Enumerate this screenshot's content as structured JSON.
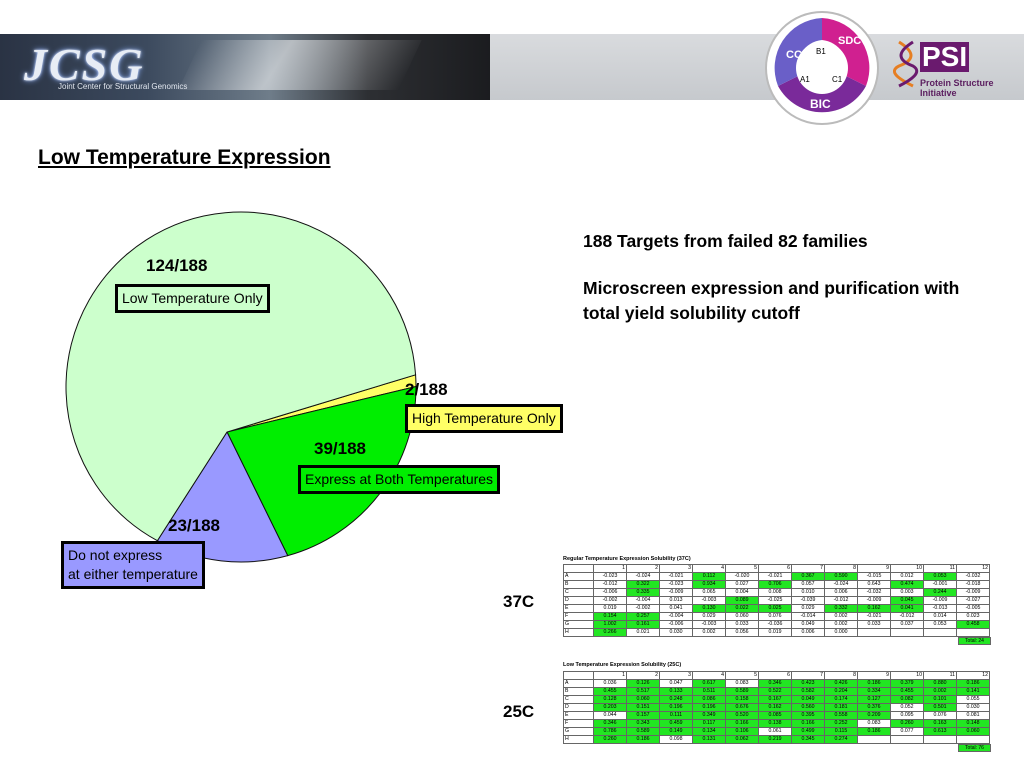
{
  "header": {
    "jcsg_logo": "JCSG",
    "jcsg_subtitle": "Joint Center for Structural Genomics",
    "circle_labels": [
      "CC",
      "SDC",
      "BIC",
      "B1",
      "A1",
      "C1"
    ],
    "psi_logo": "PSI",
    "psi_subtitle": "Protein Structure Initiative"
  },
  "title": "Low Temperature Expression",
  "info": {
    "line1": "188 Targets from failed 82 families",
    "line2": "Microscreen expression and purification with total yield solubility cutoff"
  },
  "chart_data": {
    "type": "pie",
    "slices": [
      {
        "label": "Low Temperature Only",
        "fraction_text": "124/188",
        "value": 124,
        "color": "#ccffcc"
      },
      {
        "label": "High Temperature Only",
        "fraction_text": "2/188",
        "value": 2,
        "color": "#ffff66"
      },
      {
        "label": "Express at Both Temperatures",
        "fraction_text": "39/188",
        "value": 39,
        "color": "#00ee00"
      },
      {
        "label": "Do not express\nat either temperature",
        "fraction_text": "23/188",
        "value": 23,
        "color": "#9999ff"
      }
    ],
    "total": 188,
    "start_angle_deg": -4
  },
  "tables": {
    "t37": {
      "label": "37C",
      "caption": "Regular Temperature Expression Solubility (37C)",
      "columns": [
        "1",
        "2",
        "3",
        "4",
        "5",
        "6",
        "7",
        "8",
        "9",
        "10",
        "11",
        "12"
      ],
      "rows": [
        {
          "name": "A",
          "cells": [
            [
              "-0.023",
              0
            ],
            [
              "-0.024",
              0
            ],
            [
              "-0.021",
              0
            ],
            [
              "0.112",
              1
            ],
            [
              "-0.020",
              0
            ],
            [
              "-0.021",
              0
            ],
            [
              "0.367",
              1
            ],
            [
              "0.590",
              1
            ],
            [
              "-0.015",
              0
            ],
            [
              "0.012",
              0
            ],
            [
              "0.053",
              1
            ],
            [
              "-0.032",
              0
            ]
          ]
        },
        {
          "name": "B",
          "cells": [
            [
              "-0.012",
              0
            ],
            [
              "0.322",
              1
            ],
            [
              "-0.023",
              0
            ],
            [
              "0.934",
              1
            ],
            [
              "0.027",
              0
            ],
            [
              "0.706",
              1
            ],
            [
              "0.057",
              0
            ],
            [
              "-0.024",
              0
            ],
            [
              "0.643",
              0
            ],
            [
              "0.474",
              1
            ],
            [
              "-0.001",
              0
            ],
            [
              "-0.018",
              0
            ]
          ]
        },
        {
          "name": "C",
          "cells": [
            [
              "-0.006",
              0
            ],
            [
              "0.335",
              1
            ],
            [
              "-0.009",
              0
            ],
            [
              "0.065",
              0
            ],
            [
              "0.004",
              0
            ],
            [
              "0.008",
              0
            ],
            [
              "0.010",
              0
            ],
            [
              "0.006",
              0
            ],
            [
              "-0.032",
              0
            ],
            [
              "0.003",
              0
            ],
            [
              "0.244",
              1
            ],
            [
              "-0.009",
              0
            ]
          ]
        },
        {
          "name": "D",
          "cells": [
            [
              "-0.002",
              0
            ],
            [
              "-0.004",
              0
            ],
            [
              "0.013",
              0
            ],
            [
              "-0.003",
              0
            ],
            [
              "0.089",
              1
            ],
            [
              "-0.025",
              0
            ],
            [
              "-0.039",
              0
            ],
            [
              "-0.012",
              0
            ],
            [
              "-0.009",
              0
            ],
            [
              "0.045",
              1
            ],
            [
              "-0.009",
              0
            ],
            [
              "-0.027",
              0
            ]
          ]
        },
        {
          "name": "E",
          "cells": [
            [
              "0.019",
              0
            ],
            [
              "-0.002",
              0
            ],
            [
              "0.041",
              0
            ],
            [
              "0.130",
              1
            ],
            [
              "0.022",
              1
            ],
            [
              "0.025",
              1
            ],
            [
              "0.029",
              0
            ],
            [
              "0.332",
              1
            ],
            [
              "0.162",
              1
            ],
            [
              "0.041",
              1
            ],
            [
              "-0.013",
              0
            ],
            [
              "-0.005",
              0
            ]
          ]
        },
        {
          "name": "F",
          "cells": [
            [
              "0.154",
              1
            ],
            [
              "0.257",
              1
            ],
            [
              "-0.004",
              0
            ],
            [
              "0.029",
              0
            ],
            [
              "0.060",
              0
            ],
            [
              "0.076",
              0
            ],
            [
              "-0.014",
              0
            ],
            [
              "0.002",
              0
            ],
            [
              "-0.021",
              0
            ],
            [
              "-0.012",
              0
            ],
            [
              "0.014",
              0
            ],
            [
              "0.023",
              0
            ]
          ]
        },
        {
          "name": "G",
          "cells": [
            [
              "1.002",
              1
            ],
            [
              "0.161",
              1
            ],
            [
              "-0.006",
              0
            ],
            [
              "-0.003",
              0
            ],
            [
              "0.033",
              0
            ],
            [
              "-0.036",
              0
            ],
            [
              "0.049",
              0
            ],
            [
              "0.002",
              0
            ],
            [
              "0.033",
              0
            ],
            [
              "0.037",
              0
            ],
            [
              "0.053",
              0
            ],
            [
              "0.458",
              1
            ]
          ]
        },
        {
          "name": "H",
          "cells": [
            [
              "0.266",
              1
            ],
            [
              "0.021",
              0
            ],
            [
              "0.030",
              0
            ],
            [
              "0.002",
              0
            ],
            [
              "0.056",
              0
            ],
            [
              "0.019",
              0
            ],
            [
              "0.006",
              0
            ],
            [
              "0.000",
              0
            ],
            [
              "",
              0
            ],
            [
              "",
              0
            ],
            [
              "",
              0
            ],
            [
              "",
              0
            ]
          ]
        }
      ],
      "total": "Total: 24"
    },
    "t25": {
      "label": "25C",
      "caption": "Low Temperature Expression Solubility (25C)",
      "columns": [
        "1",
        "2",
        "3",
        "4",
        "5",
        "6",
        "7",
        "8",
        "9",
        "10",
        "11",
        "12"
      ],
      "rows": [
        {
          "name": "A",
          "cells": [
            [
              "0.036",
              0
            ],
            [
              "0.126",
              1
            ],
            [
              "0.047",
              0
            ],
            [
              "0.617",
              1
            ],
            [
              "0.083",
              0
            ],
            [
              "0.346",
              1
            ],
            [
              "0.423",
              1
            ],
            [
              "0.426",
              1
            ],
            [
              "0.186",
              1
            ],
            [
              "0.379",
              1
            ],
            [
              "0.880",
              1
            ],
            [
              "0.186",
              1
            ]
          ]
        },
        {
          "name": "B",
          "cells": [
            [
              "0.455",
              1
            ],
            [
              "0.517",
              1
            ],
            [
              "0.133",
              1
            ],
            [
              "0.511",
              1
            ],
            [
              "0.589",
              1
            ],
            [
              "0.522",
              1
            ],
            [
              "0.582",
              1
            ],
            [
              "0.204",
              1
            ],
            [
              "0.334",
              1
            ],
            [
              "0.455",
              1
            ],
            [
              "0.002",
              1
            ],
            [
              "0.141",
              1
            ]
          ]
        },
        {
          "name": "C",
          "cells": [
            [
              "0.128",
              1
            ],
            [
              "0.060",
              1
            ],
            [
              "0.248",
              1
            ],
            [
              "0.086",
              1
            ],
            [
              "0.158",
              1
            ],
            [
              "0.167",
              1
            ],
            [
              "0.049",
              1
            ],
            [
              "0.174",
              1
            ],
            [
              "0.127",
              1
            ],
            [
              "0.082",
              1
            ],
            [
              "0.101",
              1
            ],
            [
              "0.055",
              0
            ]
          ]
        },
        {
          "name": "D",
          "cells": [
            [
              "0.203",
              1
            ],
            [
              "0.151",
              1
            ],
            [
              "0.196",
              1
            ],
            [
              "0.196",
              1
            ],
            [
              "0.676",
              1
            ],
            [
              "0.162",
              1
            ],
            [
              "0.560",
              1
            ],
            [
              "0.181",
              1
            ],
            [
              "0.376",
              1
            ],
            [
              "0.052",
              0
            ],
            [
              "0.501",
              1
            ],
            [
              "0.030",
              0
            ]
          ]
        },
        {
          "name": "E",
          "cells": [
            [
              "0.044",
              0
            ],
            [
              "0.157",
              1
            ],
            [
              "0.111",
              1
            ],
            [
              "0.349",
              1
            ],
            [
              "0.520",
              1
            ],
            [
              "0.085",
              1
            ],
            [
              "0.395",
              1
            ],
            [
              "0.558",
              1
            ],
            [
              "0.209",
              1
            ],
            [
              "0.095",
              0
            ],
            [
              "0.076",
              0
            ],
            [
              "0.081",
              0
            ]
          ]
        },
        {
          "name": "F",
          "cells": [
            [
              "0.346",
              1
            ],
            [
              "0.343",
              1
            ],
            [
              "0.459",
              1
            ],
            [
              "0.117",
              1
            ],
            [
              "0.166",
              1
            ],
            [
              "0.138",
              1
            ],
            [
              "0.166",
              1
            ],
            [
              "0.252",
              1
            ],
            [
              "0.083",
              0
            ],
            [
              "0.260",
              1
            ],
            [
              "0.163",
              1
            ],
            [
              "0.148",
              1
            ]
          ]
        },
        {
          "name": "G",
          "cells": [
            [
              "0.786",
              1
            ],
            [
              "0.589",
              1
            ],
            [
              "0.149",
              1
            ],
            [
              "0.134",
              1
            ],
            [
              "0.106",
              1
            ],
            [
              "0.061",
              0
            ],
            [
              "0.499",
              1
            ],
            [
              "0.115",
              1
            ],
            [
              "0.186",
              1
            ],
            [
              "0.077",
              0
            ],
            [
              "0.613",
              1
            ],
            [
              "0.060",
              1
            ]
          ]
        },
        {
          "name": "H",
          "cells": [
            [
              "0.260",
              1
            ],
            [
              "0.186",
              1
            ],
            [
              "0.098",
              0
            ],
            [
              "0.131",
              1
            ],
            [
              "0.062",
              1
            ],
            [
              "0.219",
              1
            ],
            [
              "0.345",
              1
            ],
            [
              "0.274",
              1
            ],
            [
              "",
              0
            ],
            [
              "",
              0
            ],
            [
              "",
              0
            ],
            [
              "",
              0
            ]
          ]
        }
      ],
      "total": "Total: 76"
    }
  }
}
